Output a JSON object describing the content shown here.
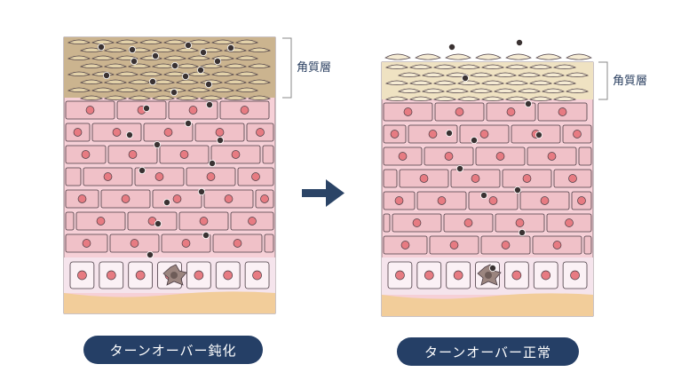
{
  "colors": {
    "stratum_corneum": "#efe2c2",
    "stratum_corneum_dull": "#cbb48f",
    "flake": "#f5ebd3",
    "epidermis": "#f6d0d7",
    "cell": "#f0c1c8",
    "cell_stroke": "#4a3c44",
    "nucleus": "#e77b82",
    "basal": "#f5e4ec",
    "basal_cell": "#fbf1f5",
    "dermis": "#f2cd9a",
    "melanin": "#3a3232",
    "arrow": "#2b4466",
    "pill": "#253f66"
  },
  "panels": {
    "left": {
      "caption": "ターンオーバー鈍化",
      "bracket_label": "角質層",
      "state": "thick stratum corneum, melanin retained"
    },
    "right": {
      "caption": "ターンオーバー正常",
      "bracket_label": "角質層",
      "state": "thin stratum corneum, melanin shed"
    }
  },
  "arrow": {
    "icon": "right-arrow-icon"
  },
  "melanocyte": {
    "icon": "melanocyte-icon"
  }
}
